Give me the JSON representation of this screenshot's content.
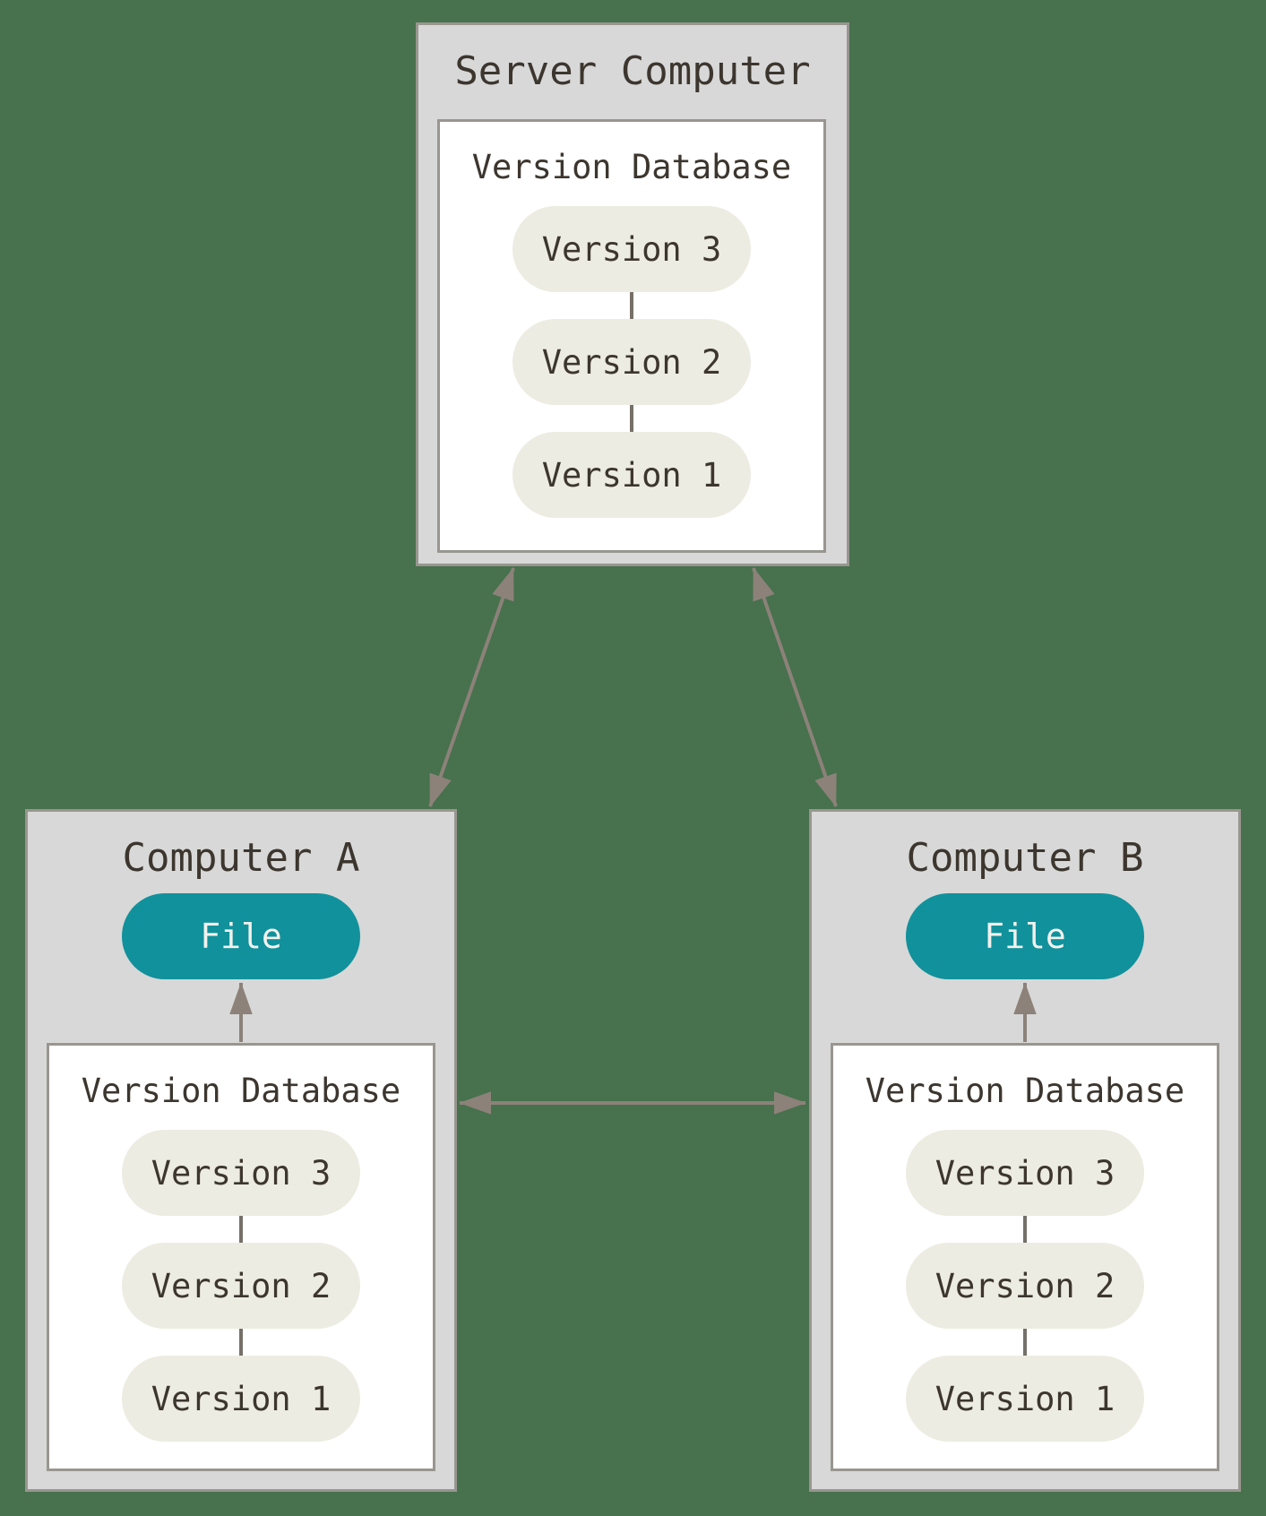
{
  "nodes": {
    "server": {
      "title": "Server Computer",
      "database": {
        "label": "Version Database",
        "versions": [
          "Version 3",
          "Version 2",
          "Version 1"
        ]
      }
    },
    "computer_a": {
      "title": "Computer A",
      "file_label": "File",
      "database": {
        "label": "Version Database",
        "versions": [
          "Version 3",
          "Version 2",
          "Version 1"
        ]
      }
    },
    "computer_b": {
      "title": "Computer B",
      "file_label": "File",
      "database": {
        "label": "Version Database",
        "versions": [
          "Version 3",
          "Version 2",
          "Version 1"
        ]
      }
    }
  },
  "colors": {
    "background": "#48714e",
    "box-fill": "#d8d8d8",
    "box-border": "#98968f",
    "inner-fill": "#ffffff",
    "pill-fill": "#edece2",
    "text": "#3c362f",
    "file-fill": "#11919b",
    "file-text": "#f2f1ec",
    "arrow": "#8c8279",
    "connector": "#757069"
  }
}
